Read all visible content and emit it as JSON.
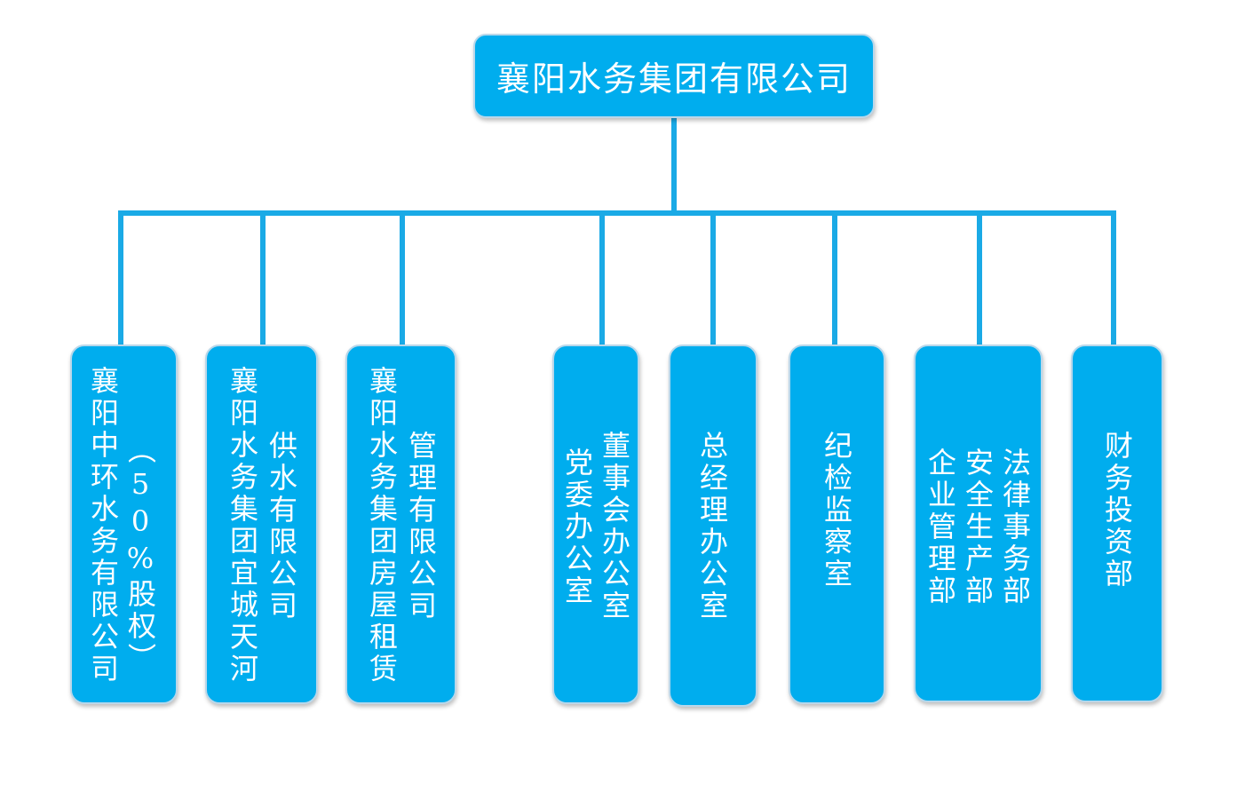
{
  "colors": {
    "box": "#00adee",
    "line": "#1aaae6",
    "text": "#ffffff"
  },
  "root": {
    "label": "襄阳水务集团有限公司"
  },
  "children": [
    {
      "name": "zhonghuan",
      "lines": [
        "襄阳中环水务有限公司",
        "（50%股权）"
      ]
    },
    {
      "name": "yicheng",
      "lines": [
        "襄阳水务集团宜城天河",
        "供水有限公司"
      ]
    },
    {
      "name": "housing",
      "lines": [
        "襄阳水务集团房屋租赁",
        "管理有限公司"
      ]
    },
    {
      "name": "party-board",
      "lines": [
        "党委办公室",
        "董事会办公室"
      ]
    },
    {
      "name": "gm-office",
      "lines": [
        "总经理办公室"
      ]
    },
    {
      "name": "discipline",
      "lines": [
        "纪检监察室"
      ]
    },
    {
      "name": "mgmt-safety-legal",
      "lines": [
        "企业管理部",
        "安全生产部",
        "法律事务部"
      ]
    },
    {
      "name": "finance",
      "lines": [
        "财务投资部"
      ]
    }
  ]
}
